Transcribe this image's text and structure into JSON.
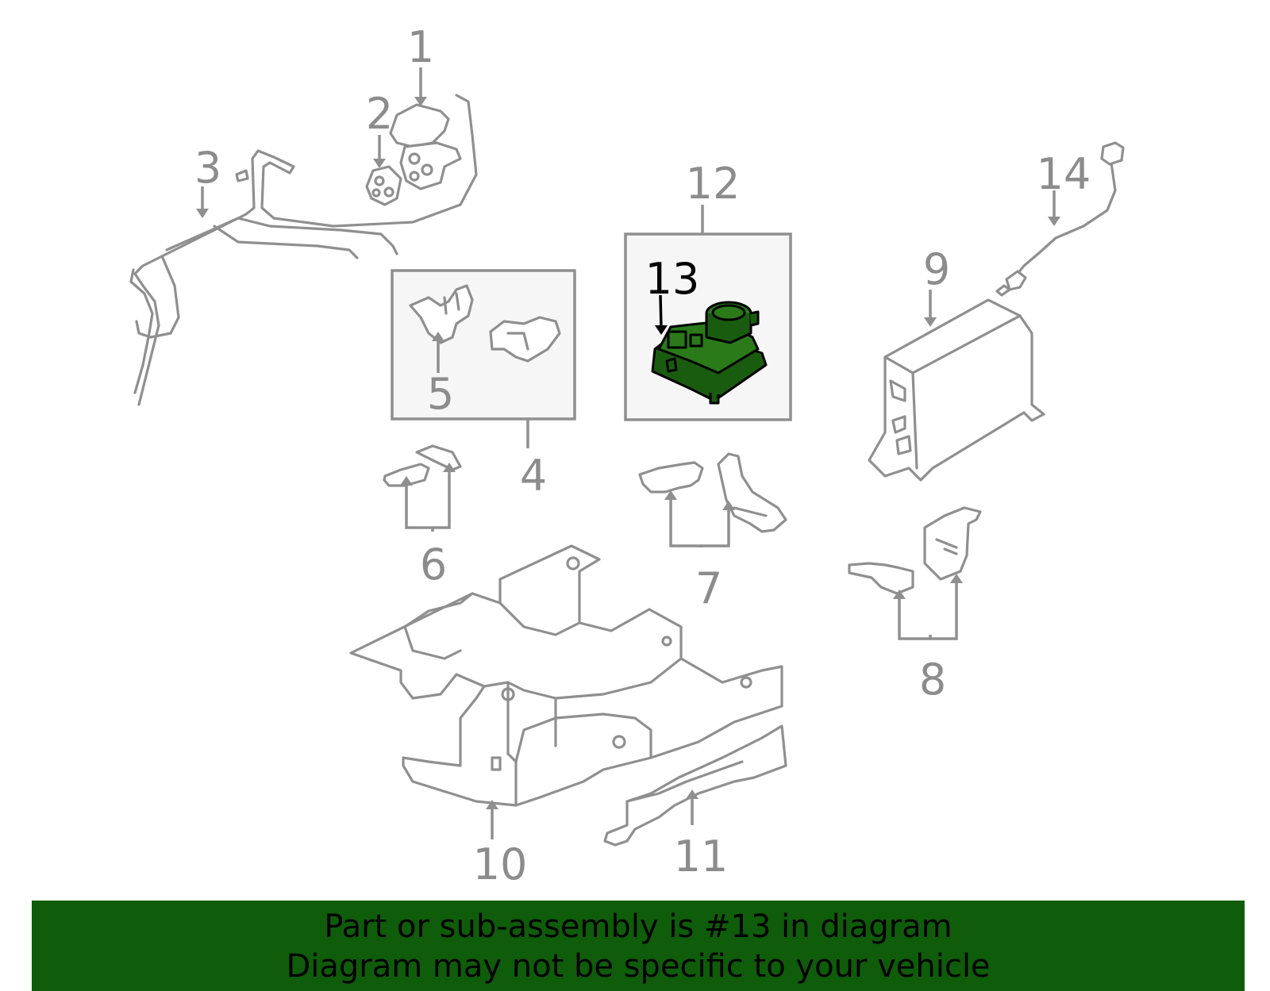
{
  "diagram": {
    "callouts": [
      "1",
      "2",
      "3",
      "4",
      "5",
      "6",
      "7",
      "8",
      "9",
      "10",
      "11",
      "12",
      "13",
      "14"
    ],
    "highlighted_callout": "13",
    "colors": {
      "highlight": "#1a5c0f",
      "line": "#8f8f8f",
      "banner": "#0f5c0a"
    }
  },
  "banner": {
    "line1": "Part or sub-assembly is #13 in diagram",
    "line2": "Diagram may not be specific to your vehicle"
  }
}
